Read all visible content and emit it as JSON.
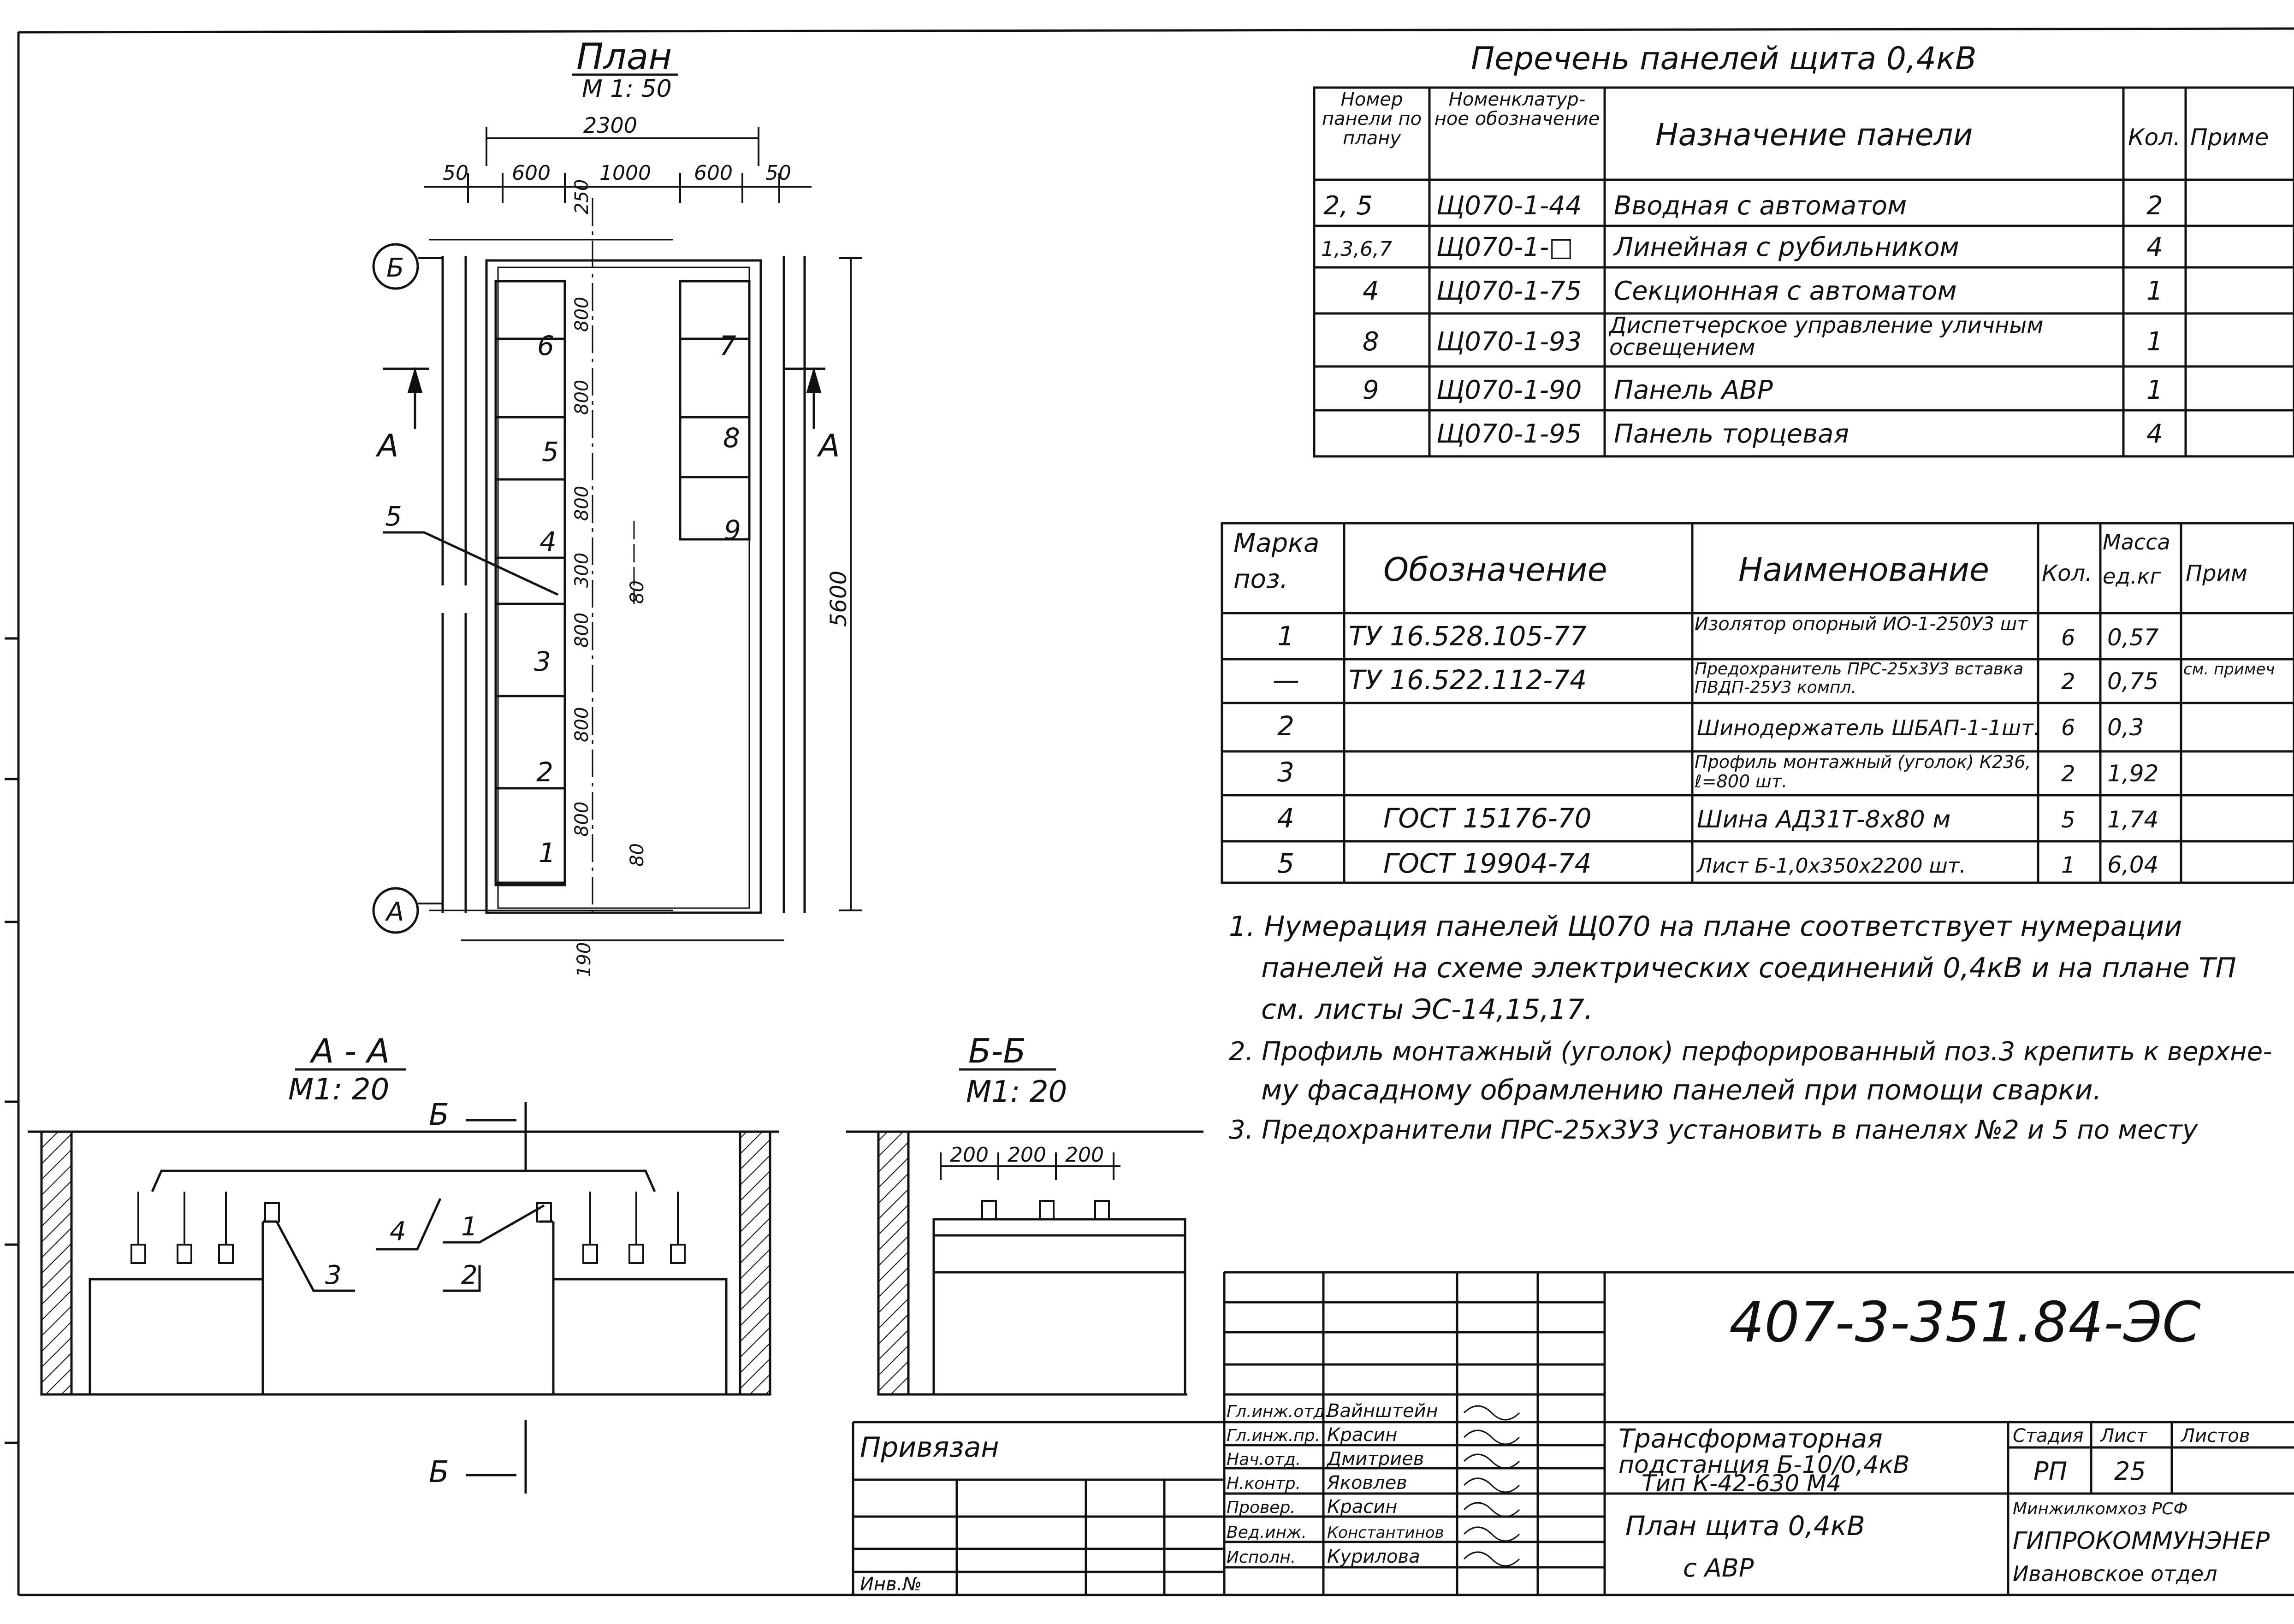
{
  "plan": {
    "title": "План",
    "scale": "М 1: 50",
    "dims_top": [
      "2300",
      "50",
      "600",
      "1000",
      "600",
      "50"
    ],
    "dims_left": [
      "800",
      "800",
      "800",
      "300",
      "800",
      "800",
      "800"
    ],
    "dim_250": "250",
    "dim_5600": "5600",
    "dim_80a": "80",
    "dim_80b": "80",
    "dim_190": "190",
    "axis_b": "Б",
    "axis_a": "А",
    "cut_left": "А",
    "cut_right": "А",
    "leader_5": "5",
    "panels": [
      "1",
      "2",
      "3",
      "4",
      "5",
      "6",
      "7",
      "8",
      "9"
    ]
  },
  "panels_table": {
    "title": "Перечень  панелей  щита 0,4кВ",
    "headers": [
      "Номер панели по плану",
      "Номенклатур-ное обозначение",
      "Назначение  панели",
      "Кол.",
      "Приме"
    ],
    "rows": [
      [
        "2, 5",
        "Щ070-1-44",
        "Вводная  с  автоматом",
        "2",
        ""
      ],
      [
        "1,3,6,7",
        "Щ070-1-□",
        "Линейная  с  рубильником",
        "4",
        ""
      ],
      [
        "4",
        "Щ070-1-75",
        "Секционная  с автоматом",
        "1",
        ""
      ],
      [
        "8",
        "Щ070-1-93",
        "Диспетчерское  управление уличным  освещением",
        "1",
        ""
      ],
      [
        "9",
        "Щ070-1-90",
        "Панель  АВР",
        "1",
        ""
      ],
      [
        "",
        "Щ070-1-95",
        "Панель  торцевая",
        "4",
        ""
      ]
    ]
  },
  "spec_table": {
    "headers": [
      "Марка поз.",
      "Обозначение",
      "Наименование",
      "Кол.",
      "Масса ед.кг",
      "Прим"
    ],
    "rows": [
      [
        "1",
        "ТУ 16.528.105-77",
        "Изолятор  опорный ИО-1-250У3  шт",
        "6",
        "0,57",
        ""
      ],
      [
        "—",
        "ТУ 16.522.112-74",
        "Предохранитель ПРС-25х3У3 вставка ПВДП-25У3  компл.",
        "2",
        "0,75",
        "см. примеч"
      ],
      [
        "2",
        "",
        "Шинодержатель ШБАП-1-1шт.",
        "6",
        "0,3",
        ""
      ],
      [
        "3",
        "",
        "Профиль монтажный (уголок) К236, ℓ=800  шт.",
        "2",
        "1,92",
        ""
      ],
      [
        "4",
        "ГОСТ 15176-70",
        "Шина АД31Т-8х80  м",
        "5",
        "1,74",
        ""
      ],
      [
        "5",
        "ГОСТ 19904-74",
        "Лист Б-1,0х350х2200  шт.",
        "1",
        "6,04",
        ""
      ]
    ]
  },
  "notes": [
    "1. Нумерация  панелей  Щ070  на  плане  соответствует нумерации",
    "панелей на  схеме электрических  соединений 0,4кВ и на  плане ТП",
    "см.  листы ЭС-14,15,17.",
    "2. Профиль монтажный (уголок) перфорированный поз.3 крепить к верхне-",
    "му  фасадному  обрамлению  панелей  при  помощи  сварки.",
    "3. Предохранители  ПРС-25х3У3 установить  в панелях №2 и 5 по месту"
  ],
  "section_aa": {
    "title": "А - А",
    "scale": "М1: 20",
    "cut_top": "Б",
    "cut_bottom": "Б",
    "leaders": [
      "4",
      "1",
      "2",
      "3"
    ]
  },
  "section_bb": {
    "title": "Б-Б",
    "scale": "М1: 20",
    "dims": [
      "200",
      "200",
      "200"
    ]
  },
  "title_block": {
    "code": "407-3-351.84-ЭС",
    "privyazan": "Привязан",
    "inv": "Инв.№",
    "roles": [
      "Гл.инж.отд.",
      "Гл.инж.пр.",
      "Нач.отд.",
      "Н.контр.",
      "Провер.",
      "Вед.инж.",
      "Исполн."
    ],
    "names": [
      "Вайнштейн",
      "Красин",
      "Дмитриев",
      "Яковлев",
      "Красин",
      "Константинов",
      "Курилова"
    ],
    "object_line1": "Трансформаторная",
    "object_line2": "подстанция Б-10/0,4кВ",
    "object_line3": "Тип  К-42-630 М4",
    "sheet_title1": "План   щита   0,4кВ",
    "sheet_title2": "с  АВР",
    "stage_label": "Стадия",
    "sheet_label": "Лист",
    "sheets_label": "Листов",
    "stage": "РП",
    "sheet": "25",
    "org1": "Минжилкомхоз  РСФ",
    "org2": "ГИПРОКОММУНЭНЕР",
    "org3": "Ивановское отдел"
  }
}
